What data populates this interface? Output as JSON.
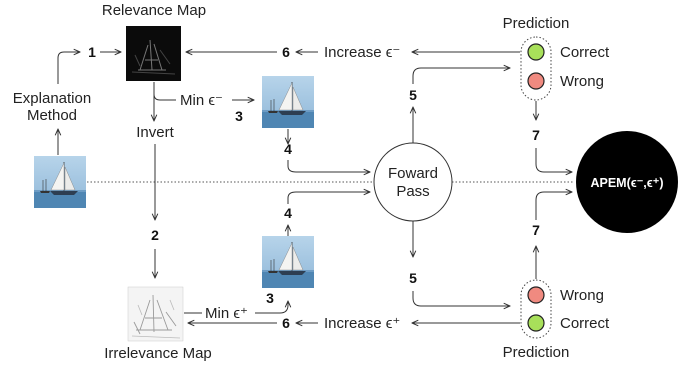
{
  "labels": {
    "relevance_map": "Relevance Map",
    "irrelevance_map": "Irrelevance Map",
    "explanation_line1": "Explanation",
    "explanation_line2": "Method",
    "invert": "Invert",
    "min_eps_minus": "Min ϵ⁻",
    "min_eps_plus": "Min ϵ⁺",
    "increase_eps_minus": "Increase ϵ⁻",
    "increase_eps_plus": "Increase ϵ⁺",
    "forward_line1": "Foward",
    "forward_line2": "Pass",
    "prediction_top": "Prediction",
    "prediction_bottom": "Prediction",
    "correct_top": "Correct",
    "wrong_top": "Wrong",
    "wrong_bottom": "Wrong",
    "correct_bottom": "Correct",
    "apem": "APEM(ϵ⁻,ϵ⁺)"
  },
  "step_numbers": {
    "n1": "1",
    "n2": "2",
    "n3_top": "3",
    "n3_bottom": "3",
    "n4_top": "4",
    "n4_bottom": "4",
    "n5_top": "5",
    "n5_bottom": "5",
    "n6_top": "6",
    "n6_bottom": "6",
    "n7_top": "7",
    "n7_bottom": "7"
  },
  "colors": {
    "correct": "#a8e05a",
    "wrong": "#f08a80",
    "apem_fill": "#000000",
    "sky": "#9ec3df",
    "sea": "#4f86b3"
  }
}
